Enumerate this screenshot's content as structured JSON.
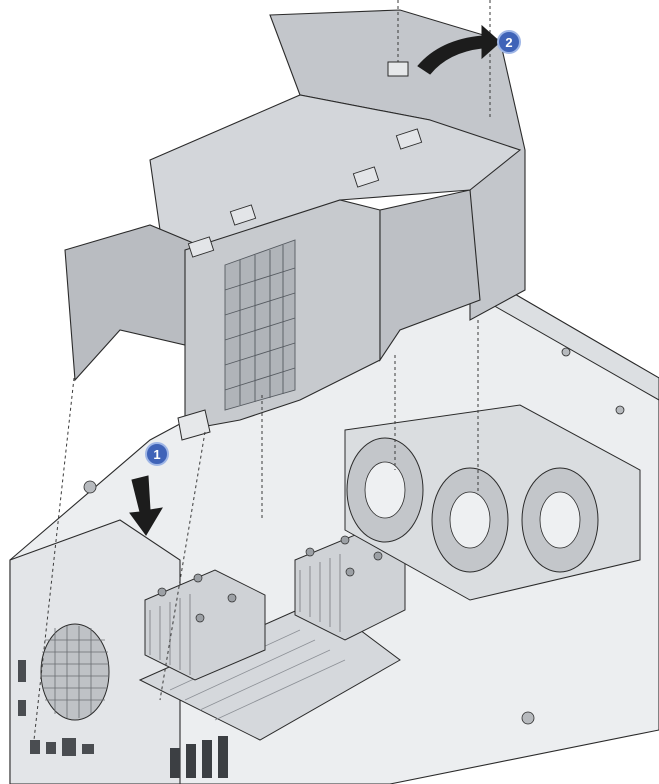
{
  "figure": {
    "kind": "installation illustration",
    "step_callouts": [
      "1",
      "2"
    ],
    "colors": {
      "callout_fill": "#3f63b8",
      "callout_ring": "#9fb6e6",
      "duct_fill": "#c9ccd1",
      "duct_shadow": "#a9adb3",
      "chassis_fill": "#e9eaec",
      "arrow_fill": "#1c1c1c"
    },
    "icons": [
      "air-baffle",
      "chassis",
      "heat-sink",
      "fan",
      "down-arrow",
      "pivot-arrow"
    ]
  }
}
